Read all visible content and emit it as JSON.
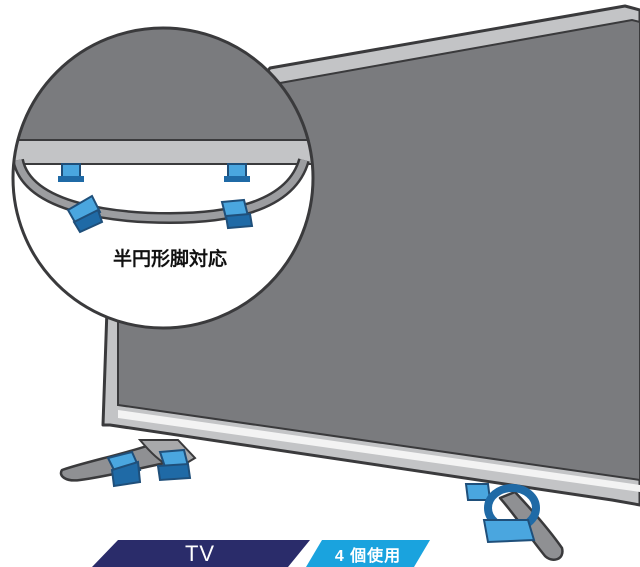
{
  "zoom_caption": "半円形脚対応",
  "tags": {
    "product": "TV",
    "count": "4 個使用"
  },
  "colors": {
    "screen": "#7a7b7e",
    "bezel": "#c3c4c6",
    "outline": "#3a3a3c",
    "clip_blue": "#4aa6df",
    "clip_dark": "#1f6aa6",
    "tag_navy": "#2a2c6a",
    "tag_cyan": "#1aa3de"
  },
  "icons": [
    "magnifier-circle",
    "cable-clip-icon",
    "tv-stand-leg"
  ]
}
